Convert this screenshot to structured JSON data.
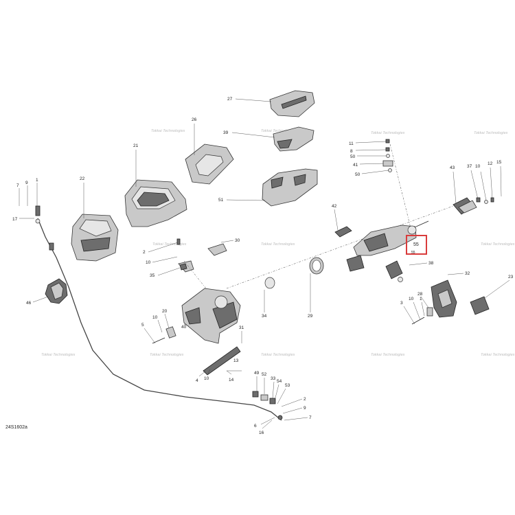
{
  "diagram": {
    "drawing_number": "24S1602a",
    "highlight_label": "55",
    "watermark_text": "Tokkai Technologies",
    "callouts": {
      "c27": "27",
      "c39": "39",
      "c26": "26",
      "c21": "21",
      "c22": "22",
      "c51": "51",
      "c7a": "7",
      "c9a": "9",
      "c1a": "1",
      "c17": "17",
      "c46": "46",
      "c30": "30",
      "c2a": "2",
      "c10a": "10",
      "c35": "35",
      "c40": "40",
      "c20": "20",
      "c5": "5",
      "c10b": "10",
      "c31": "31",
      "c34": "34",
      "c29": "29",
      "c13": "13",
      "c14": "14",
      "c4": "4",
      "c10c": "10",
      "c49": "49",
      "c52": "52",
      "c33": "33",
      "c54": "54",
      "c53": "53",
      "c2b": "2",
      "c9b": "9",
      "c7b": "7",
      "c6": "6",
      "c16": "16",
      "c11": "11",
      "c8": "8",
      "c50a": "50",
      "c41": "41",
      "c50b": "50",
      "c42": "42",
      "c43": "43",
      "c37": "37",
      "c10d": "10",
      "c12": "12",
      "c15": "15",
      "c38": "38",
      "c32": "32",
      "c23": "23",
      "c28": "28",
      "c3": "3",
      "c10e": "10",
      "c1b": "1",
      "c55": "55"
    }
  }
}
